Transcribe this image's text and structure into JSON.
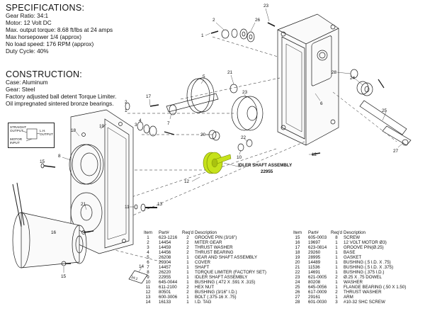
{
  "specs": {
    "heading": "SPECIFICATIONS:",
    "lines": [
      "Gear Ratio: 34:1",
      "Motor: 12 Volt DC",
      "Max. output torque: 8.68 ft/lbs at 24 amps",
      "Max horsepower 1/4 (approx)",
      "No load speed: 176 RPM (approx)",
      "Duty Cycle: 40%"
    ]
  },
  "construction": {
    "heading": "CONSTRUCTION:",
    "lines": [
      "Case: Aluminum",
      "Gear: Steel",
      "Factory adjusted ball detent Torque Limiter.",
      "Oil impregnated sintered bronze bearings."
    ]
  },
  "sticker": {
    "straight_output": "STRAIGHT OUTPUT",
    "motor_input": "MOTOR INPUT",
    "lh_output": "L.H. OUTPUT"
  },
  "callout": {
    "title": "IDLER SHAFT ASSEMBLY",
    "number": "22955"
  },
  "tag_text": "34:1",
  "parts_table": {
    "headers": [
      "Item",
      "Part#",
      "Req'd",
      "Description"
    ],
    "rows_left": [
      [
        "1",
        "623-1216",
        "2",
        "GROOVE PIN (3/16\")"
      ],
      [
        "2",
        "14454",
        "2",
        "MITER GEAR"
      ],
      [
        "3",
        "14459",
        "2",
        "THRUST WASHER"
      ],
      [
        "4",
        "14456",
        "2",
        "THRUST BEARING"
      ],
      [
        "5",
        "26208",
        "1",
        "GEAR AND SHAFT ASSEMBLY"
      ],
      [
        "6",
        "29304",
        "1",
        "COVER"
      ],
      [
        "7",
        "14457",
        "1",
        "SHAFT"
      ],
      [
        "8",
        "26220",
        "1",
        "TORQUE LIMITER (FACTORY SET)"
      ],
      [
        "9",
        "22955",
        "1",
        "IDLER SHAFT ASSEMBLY"
      ],
      [
        "10",
        "645-0044",
        "1",
        "BUSHING (.472 X .591 X .315)"
      ],
      [
        "11",
        "611-2100",
        "2",
        "HEX NUT"
      ],
      [
        "12",
        "80501",
        "2",
        "BUSHING (3/16\" I.D.)"
      ],
      [
        "13",
        "600-3006",
        "1",
        "BOLT (.375-16 X .75)"
      ],
      [
        "14",
        "16133",
        "1",
        "I.D. TAG"
      ]
    ],
    "rows_right": [
      [
        "15",
        "605-0003",
        "8",
        "SCREW"
      ],
      [
        "16",
        "19697",
        "1",
        "12 VOLT MOTOR Ø3)"
      ],
      [
        "17",
        "623-0814",
        "1",
        "GROOVE PIN(Ø.25)"
      ],
      [
        "18",
        "29260",
        "1",
        "BASE"
      ],
      [
        "19",
        "28995",
        "1",
        "GASKET"
      ],
      [
        "20",
        "14489",
        "1",
        "BUSHING (.5 I.D. X .75)"
      ],
      [
        "21",
        "11536",
        "1",
        "BUSHING (.5 I.D. X .375)"
      ],
      [
        "22",
        "14691",
        "1",
        "BUSHING (.375 I.D.)"
      ],
      [
        "23",
        "621-0005",
        "2",
        "Ø.25 X .75 DOWEL"
      ],
      [
        "24",
        "80208",
        "1",
        "WASHER"
      ],
      [
        "25",
        "645-0056",
        "1",
        "FLANGE BEARING (.50 X 1.50)"
      ],
      [
        "26",
        "617-0009",
        "2",
        "THRUST WASHER"
      ],
      [
        "27",
        "29161",
        "1",
        "ARM"
      ],
      [
        "28",
        "601-0030",
        "3",
        "#10-32 SHC SCREW"
      ]
    ]
  },
  "labels": [
    {
      "id": "1",
      "t": "1"
    },
    {
      "id": "2",
      "t": "2"
    },
    {
      "id": "26",
      "t": "26"
    },
    {
      "id": "23a",
      "t": "23"
    },
    {
      "id": "21a",
      "t": "21"
    },
    {
      "id": "6",
      "t": "6"
    },
    {
      "id": "28",
      "t": "28"
    },
    {
      "id": "24",
      "t": "24"
    },
    {
      "id": "25",
      "t": "25"
    },
    {
      "id": "27",
      "t": "27"
    },
    {
      "id": "7",
      "t": "7"
    },
    {
      "id": "17",
      "t": "17"
    },
    {
      "id": "5",
      "t": "5"
    },
    {
      "id": "4",
      "t": "4"
    },
    {
      "id": "3",
      "t": "3"
    },
    {
      "id": "2b",
      "t": "2"
    },
    {
      "id": "1b",
      "t": "1"
    },
    {
      "id": "23b",
      "t": "23"
    },
    {
      "id": "20",
      "t": "20"
    },
    {
      "id": "10",
      "t": "10"
    },
    {
      "id": "22",
      "t": "22"
    },
    {
      "id": "18",
      "t": "18"
    },
    {
      "id": "19",
      "t": "19"
    },
    {
      "id": "15a",
      "t": "15"
    },
    {
      "id": "12a",
      "t": "12"
    },
    {
      "id": "12b",
      "t": "12"
    },
    {
      "id": "8",
      "t": "8"
    },
    {
      "id": "21b",
      "t": "21"
    },
    {
      "id": "11",
      "t": "11"
    },
    {
      "id": "13",
      "t": "13"
    },
    {
      "id": "16",
      "t": "16"
    },
    {
      "id": "15b",
      "t": "15"
    },
    {
      "id": "14",
      "t": "14"
    }
  ],
  "colors": {
    "line": "#1a1a1a",
    "highlight": "#c6e21b",
    "highlight_stroke": "#6b7d00"
  }
}
